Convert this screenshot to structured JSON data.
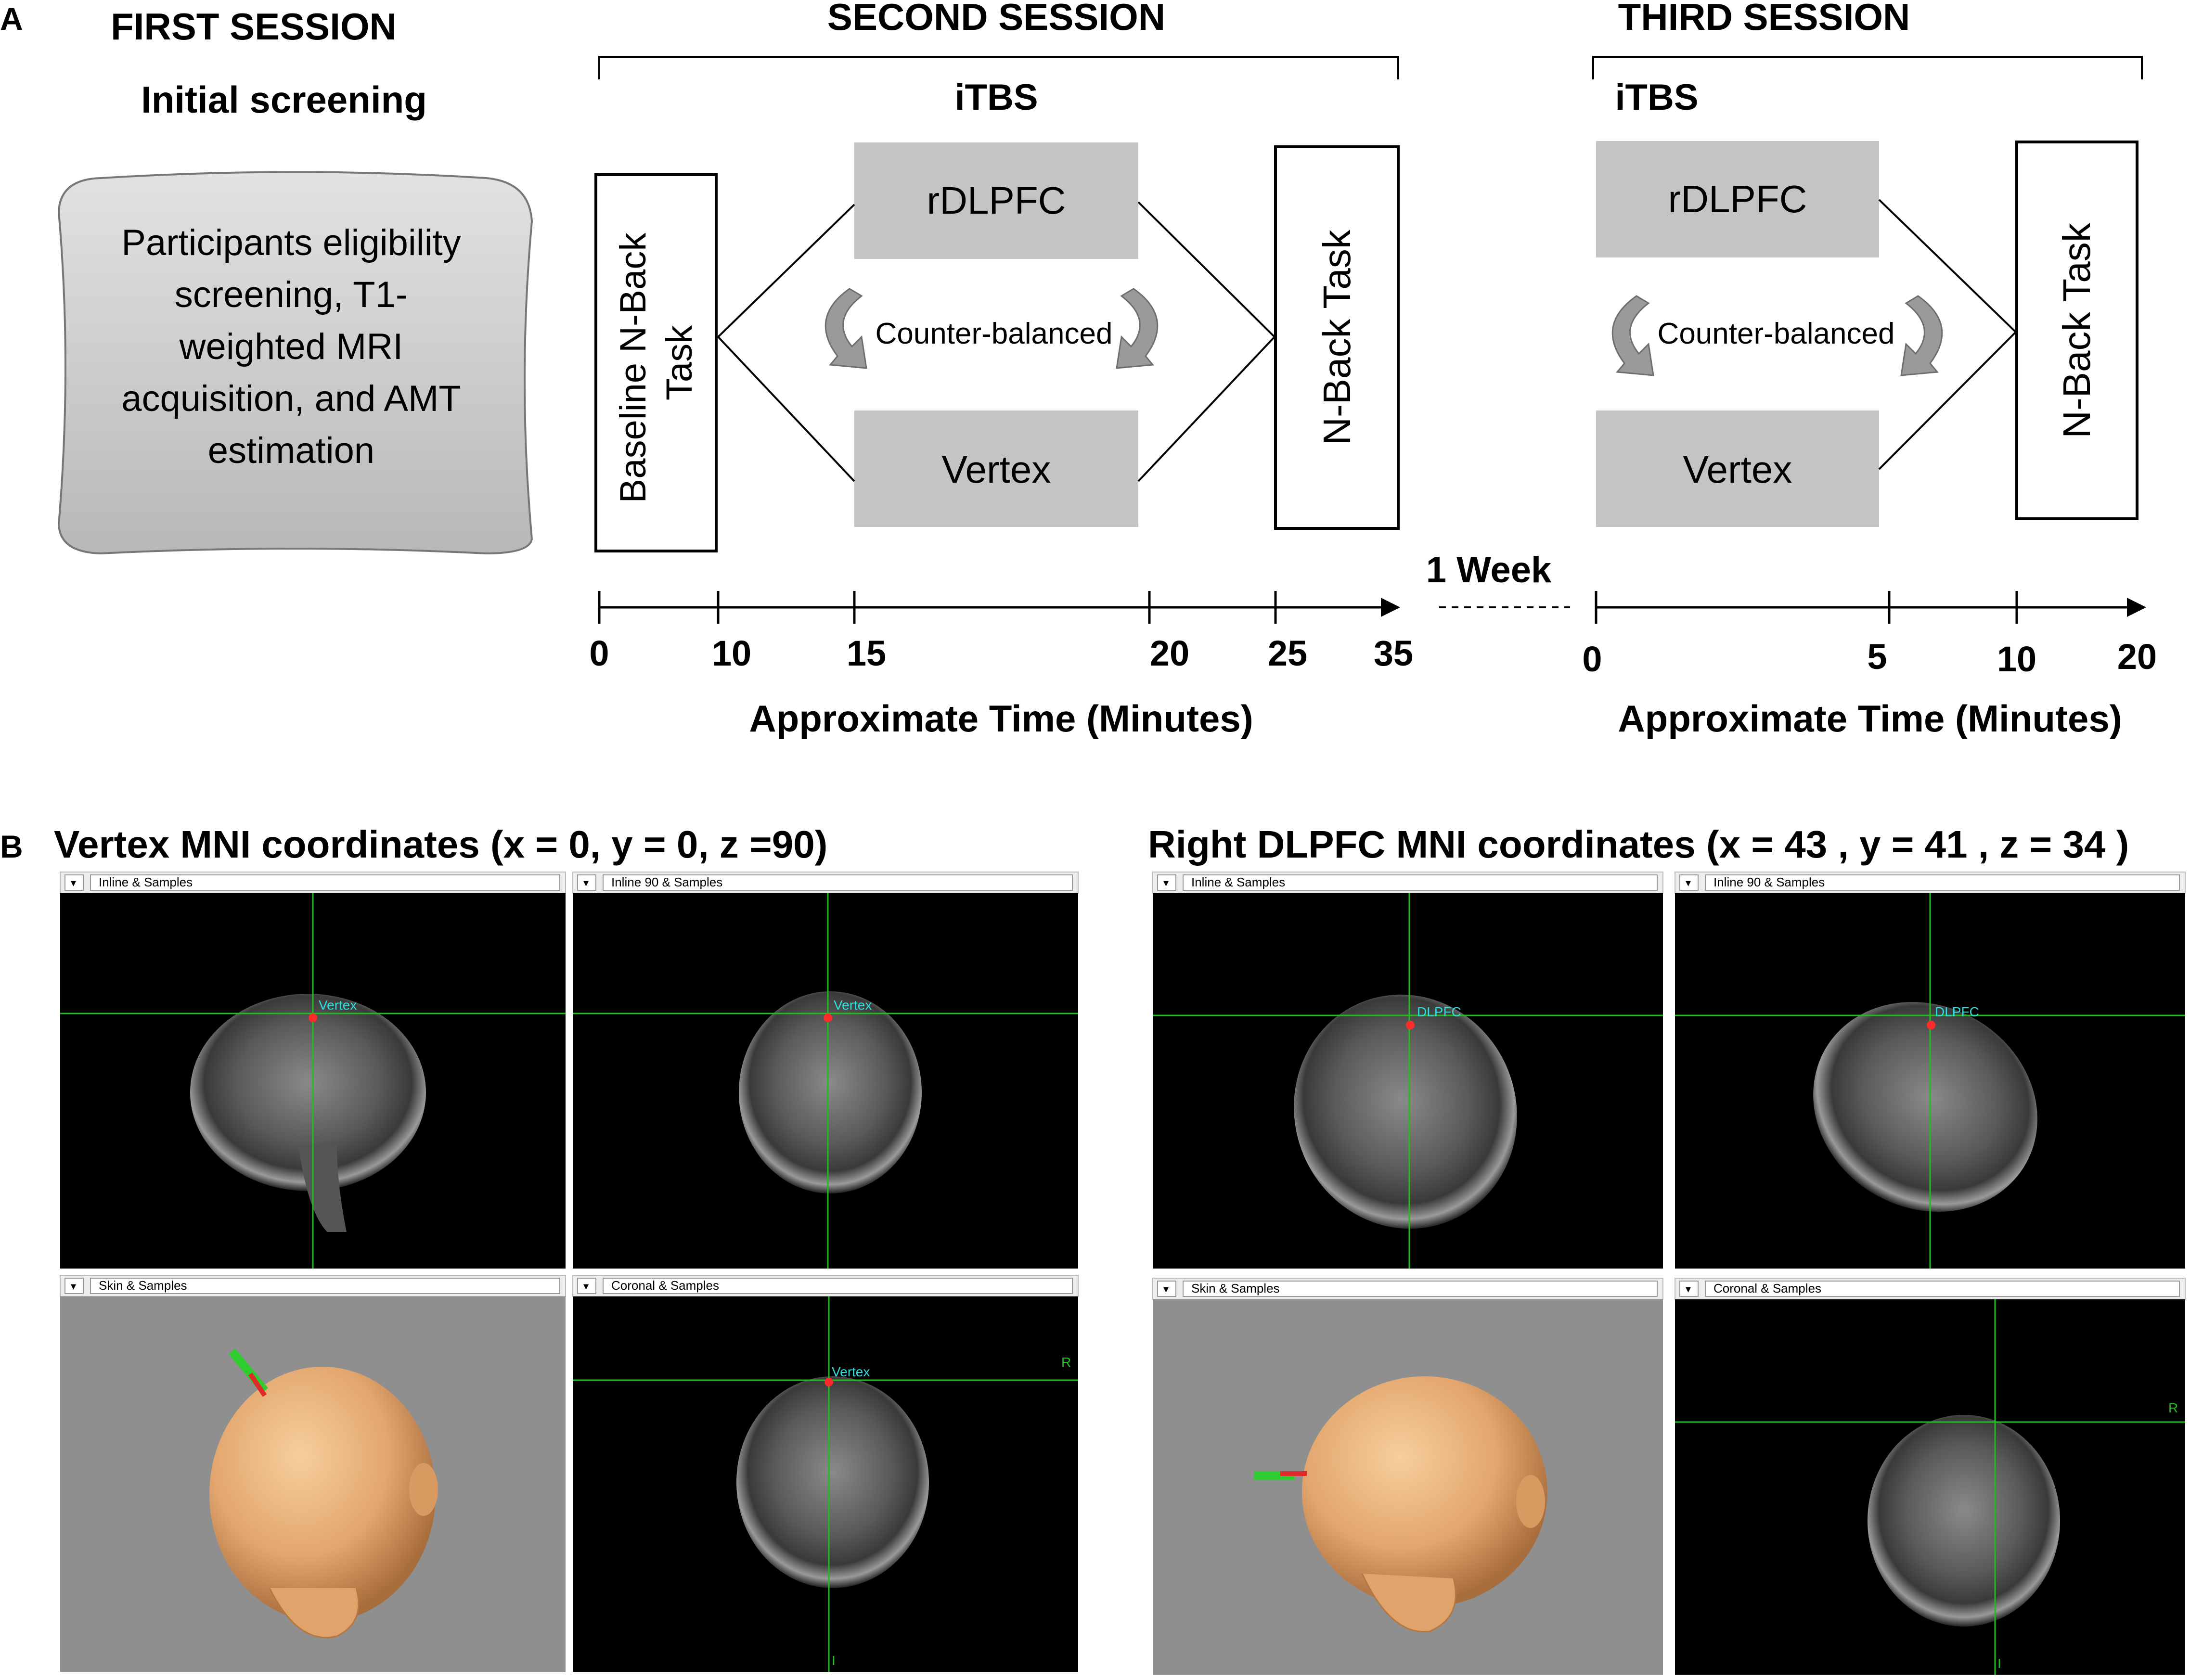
{
  "panel_a": {
    "letter": "A",
    "first_session": {
      "title": "FIRST SESSION",
      "subtitle": "Initial screening",
      "box_lines": [
        "Participants eligibility",
        "screening, T1-",
        "weighted MRI",
        "acquisition, and AMT",
        "estimation"
      ]
    },
    "second_session": {
      "title": "SECOND SESSION",
      "itbs": "iTBS",
      "baseline_lines": [
        "Baseline N-Back",
        "Task"
      ],
      "rdlpfc": "rDLPFC",
      "vertex": "Vertex",
      "counter": "Counter-balanced",
      "nback": "N-Back Task",
      "ticks": [
        "0",
        "10",
        "15",
        "20",
        "25",
        "35"
      ],
      "axis_label": "Approximate Time (Minutes)"
    },
    "week": "1 Week",
    "third_session": {
      "title": "THIRD SESSION",
      "itbs": "iTBS",
      "rdlpfc": "rDLPFC",
      "vertex": "Vertex",
      "counter": "Counter-balanced",
      "nback": "N-Back Task",
      "ticks": [
        "0",
        "5",
        "10",
        "20"
      ],
      "axis_label": "Approximate Time (Minutes)"
    }
  },
  "panel_b": {
    "letter": "B",
    "vertex": {
      "title": "Vertex MNI coordinates (x = 0, y = 0, z =90)",
      "view_titles": [
        "Inline & Samples",
        "Inline 90 & Samples",
        "Skin & Samples",
        "Coronal & Samples"
      ],
      "target_label": "Vertex",
      "orient_r": "R",
      "orient_i": "I"
    },
    "dlpfc": {
      "title": "Right DLPFC MNI coordinates (x = 43 , y = 41 , z = 34 )",
      "view_titles": [
        "Inline & Samples",
        "Inline 90 & Samples",
        "Skin & Samples",
        "Coronal & Samples"
      ],
      "target_label": "DLPFC",
      "orient_r": "R",
      "orient_i": "I"
    },
    "colors": {
      "crosshair": "#1fbf1f",
      "target": "#ff2a2a",
      "label": "#2fe0e0",
      "skin": "#e8b27c",
      "skin_bg": "#8f8f8f"
    }
  }
}
